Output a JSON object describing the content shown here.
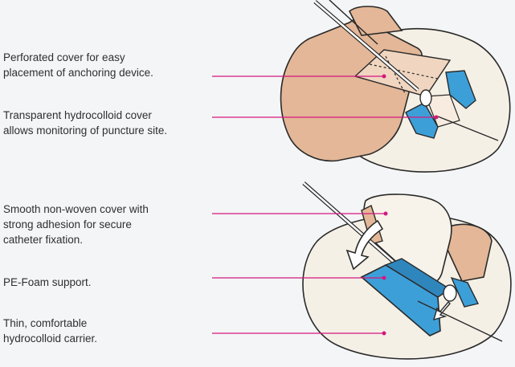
{
  "labels": [
    {
      "id": "perforated-cover",
      "lines": [
        "Perforated cover for easy",
        "placement of anchoring device."
      ]
    },
    {
      "id": "transparent-cover",
      "lines": [
        "Transparent hydrocolloid cover",
        "allows monitoring of puncture site."
      ]
    },
    {
      "id": "nonwoven-cover",
      "lines": [
        "Smooth non-woven cover with",
        "strong adhesion for secure",
        "catheter fixation."
      ]
    },
    {
      "id": "pe-foam",
      "lines": [
        "PE-Foam support."
      ]
    },
    {
      "id": "hydrocolloid-carrier",
      "lines": [
        "Thin, comfortable",
        "hydrocolloid carrier."
      ]
    }
  ],
  "colors": {
    "background": "#f4f5f6",
    "text": "#2c2f33",
    "leader": "#d4177f",
    "skin_tan": "#e3b797",
    "carrier_cream": "#f5f0e6",
    "foam_blue": "#3d9fd8",
    "outline": "#2a2a2a"
  }
}
